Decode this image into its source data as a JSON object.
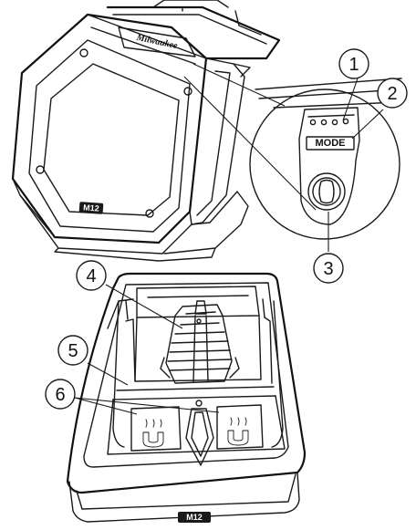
{
  "callouts": [
    {
      "number": "1",
      "part": "battery fuel gauge LEDs"
    },
    {
      "number": "2",
      "part": "mode label"
    },
    {
      "number": "3",
      "part": "mode button"
    },
    {
      "number": "4",
      "part": "battery port"
    },
    {
      "number": "5",
      "part": "base housing"
    },
    {
      "number": "6",
      "part": "magnets"
    }
  ],
  "labels": {
    "mode": "MODE",
    "badge_top": "M12",
    "badge_bottom": "M12",
    "logo": "Milwaukee"
  }
}
